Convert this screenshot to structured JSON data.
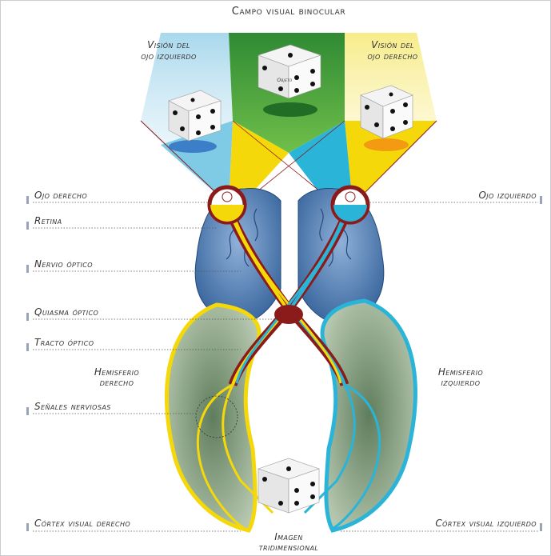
{
  "title": "Campo visual binocular",
  "vision_left": [
    "Visión del",
    "ojo izquierdo"
  ],
  "vision_right": [
    "Visión del",
    "ojo derecho"
  ],
  "object_label": "Objeto",
  "labels_left": {
    "ojo_derecho": "Ojo derecho",
    "retina": "Retina",
    "nervio_optico": "Nervio óptico",
    "quiasma_optico": "Quiasma óptico",
    "tracto_optico": "Tracto óptico",
    "senales_nerviosas": "Señales nerviosas",
    "cortex_visual_derecho": "Córtex visual derecho"
  },
  "labels_right": {
    "ojo_izquierdo": "Ojo izquierdo",
    "cortex_visual_izquierdo": "Córtex visual izquierdo"
  },
  "hemisferio_derecho": [
    "Hemisferio",
    "derecho"
  ],
  "hemisferio_izquierdo": [
    "Hemisferio",
    "izquierdo"
  ],
  "imagen": [
    "Imagen",
    "tridimensional"
  ],
  "colors": {
    "yellow": "#f4d80a",
    "cyan": "#2ab4d8",
    "green": "#3e9b3a",
    "nerve": "#8b1a1a",
    "brain_blue": "#3f6fa8",
    "cortex_green": "#7f9c7c"
  }
}
